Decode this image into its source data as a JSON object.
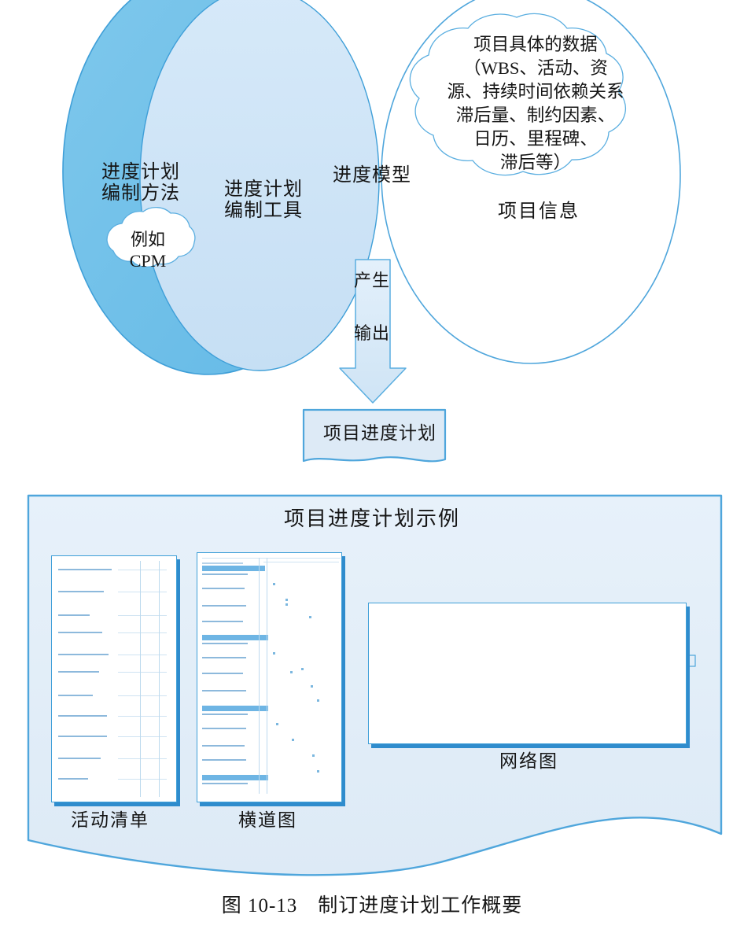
{
  "figure": {
    "caption": "图 10-13　制订进度计划工作概要"
  },
  "venn": {
    "outer_circle_label": "进度计划\n编制方法",
    "middle_circle_label": "进度计划\n编制工具",
    "inner_lens_label": "进度模型",
    "example_cloud_label": "例如\nCPM",
    "produce_label": "产生",
    "output_label": "输出",
    "info_circle_label": "项目信息",
    "info_cloud_label": "项目具体的数据\n（WBS、活动、资\n源、持续时间依赖关系\n滞后量、制约因素、\n日历、里程碑、\n滞后等）"
  },
  "output_document": {
    "label": "项目进度计划"
  },
  "examples_panel": {
    "title": "项目进度计划示例",
    "items": [
      {
        "name": "activity-list",
        "label": "活动清单"
      },
      {
        "name": "bar-chart",
        "label": "横道图"
      },
      {
        "name": "network-diagram",
        "label": "网络图"
      }
    ]
  },
  "colors": {
    "circle_outer_fill": "#73C2EA",
    "circle_middle_fill": "#CFE5F7",
    "lens_fill": "#DDEDFA",
    "outline": "#3F9FD8",
    "panel_fill": "#E4EFF8",
    "panel_border": "#3F9FD8",
    "accent_shadow": "#2F8CCD",
    "text": "#151515"
  }
}
